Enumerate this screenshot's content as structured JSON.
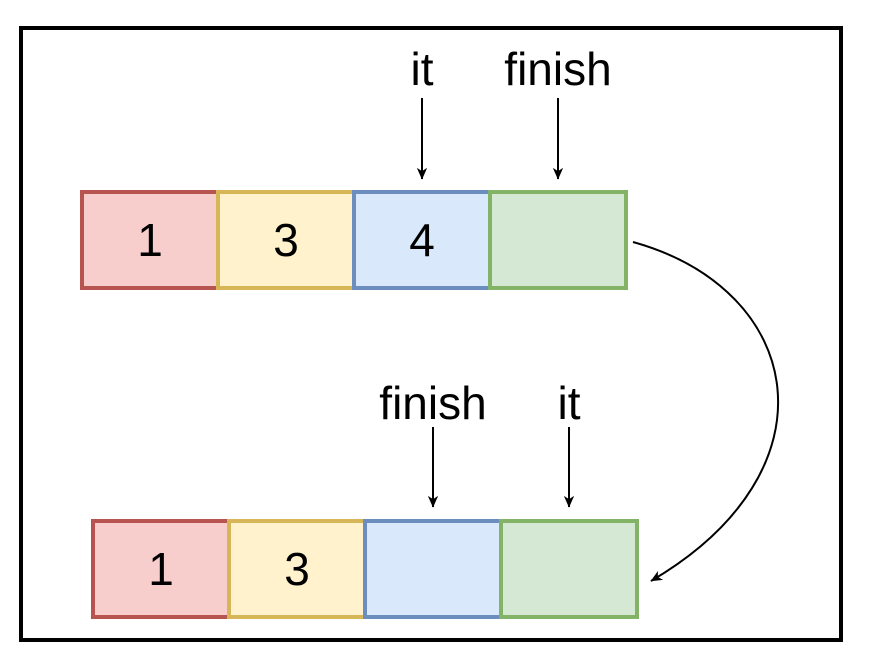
{
  "figure": {
    "background": "#ffffff",
    "frame_color": "#000000",
    "arrow_color": "#000000",
    "palette": {
      "red": {
        "fill": "#F8CECC",
        "stroke": "#B85450"
      },
      "yellow": {
        "fill": "#FFF2CC",
        "stroke": "#D6B656"
      },
      "blue": {
        "fill": "#DAE8FC",
        "stroke": "#6C8EBF"
      },
      "green": {
        "fill": "#D5E8D4",
        "stroke": "#82B366"
      }
    },
    "top_array": {
      "cells": [
        {
          "value": "1",
          "color": "red"
        },
        {
          "value": "3",
          "color": "yellow"
        },
        {
          "value": "4",
          "color": "blue"
        },
        {
          "value": "",
          "color": "green"
        }
      ],
      "pointers": [
        {
          "label": "it",
          "target_cell": 3
        },
        {
          "label": "finish",
          "target_cell": 4
        }
      ]
    },
    "bottom_array": {
      "cells": [
        {
          "value": "1",
          "color": "red"
        },
        {
          "value": "3",
          "color": "yellow"
        },
        {
          "value": "",
          "color": "blue"
        },
        {
          "value": "",
          "color": "green"
        }
      ],
      "pointers": [
        {
          "label": "finish",
          "target_cell": 3
        },
        {
          "label": "it",
          "target_cell": 4
        }
      ]
    }
  }
}
